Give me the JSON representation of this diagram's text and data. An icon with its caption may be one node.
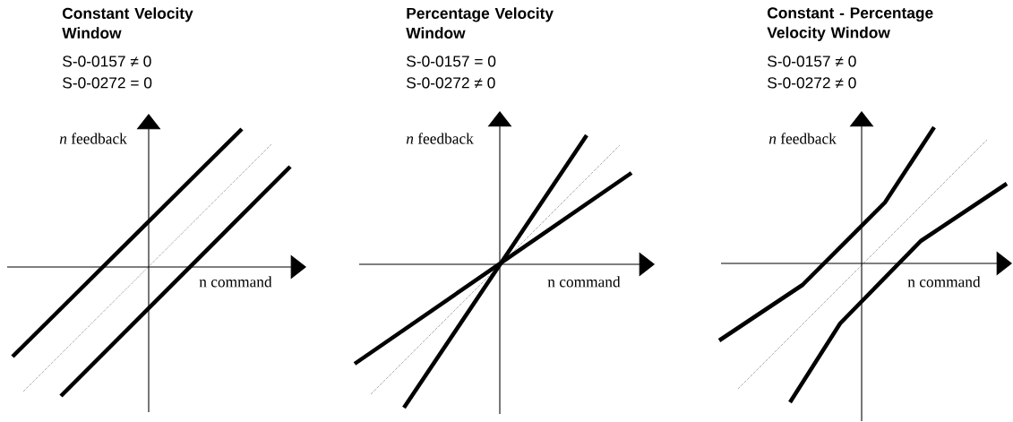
{
  "diagram": {
    "labels": [
      "Constant Velocity Window",
      "S-0-0157 ≠ 0",
      "S-0-0272 = 0",
      "*n* feedback",
      "n command",
      "Percentage Velocity Window",
      "S-0-0157 = 0",
      "S-0-0272 ≠ 0",
      "*n* feedback",
      "n command",
      "Constant - Percentage Velocity Window",
      "S-0-0157 ≠ 0",
      "S-0-0272 ≠ 0",
      "*n* feedback",
      "n command"
    ]
  }
}
